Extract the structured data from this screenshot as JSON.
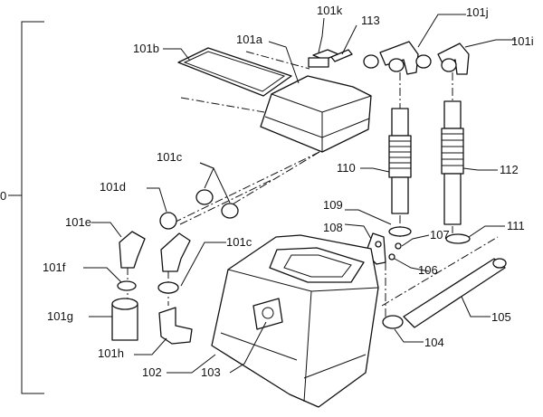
{
  "labels": {
    "assembly": "0",
    "l101a": "101a",
    "l101b": "101b",
    "l101c_upper": "101c",
    "l101c_lower": "101c",
    "l101d": "101d",
    "l101e": "101e",
    "l101f": "101f",
    "l101g": "101g",
    "l101h": "101h",
    "l101i": "101i",
    "l101j": "101j",
    "l101k": "101k",
    "l102": "102",
    "l103": "103",
    "l104": "104",
    "l105": "105",
    "l106": "106",
    "l107": "107",
    "l108": "108",
    "l109": "109",
    "l110": "110",
    "l111": "111",
    "l112": "112",
    "l113": "113"
  }
}
